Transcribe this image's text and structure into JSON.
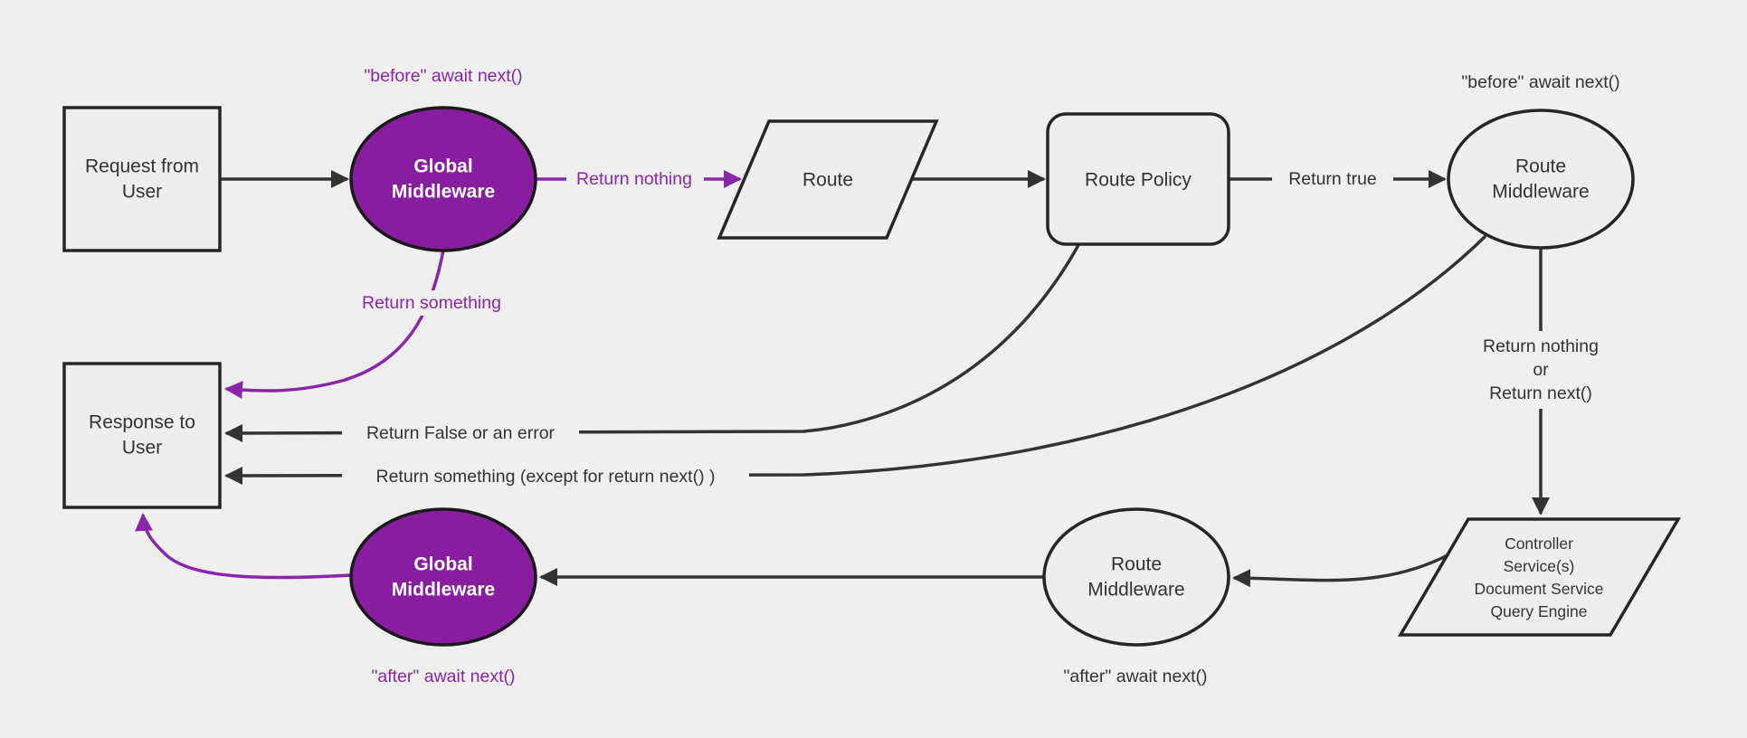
{
  "diagram_title": "Strapi-style request lifecycle middleware flowchart",
  "palette": {
    "background": "#efefef",
    "node_fill": "#eeeeee",
    "node_stroke": "#262626",
    "edge_color": "#333333",
    "purple_fill": "#891da0",
    "purple_line": "#8a27a8",
    "white_text": "#ffffff"
  },
  "nodes": {
    "request": {
      "line1": "Request from",
      "line2": "User"
    },
    "global_middleware_top": {
      "line1": "Global",
      "line2": "Middleware"
    },
    "route": {
      "label": "Route"
    },
    "route_policy": {
      "label": "Route Policy"
    },
    "route_middleware_top": {
      "line1": "Route",
      "line2": "Middleware"
    },
    "controller": {
      "line1": "Controller",
      "line2": "Service(s)",
      "line3": "Document Service",
      "line4": "Query Engine"
    },
    "route_middleware_bottom": {
      "line1": "Route",
      "line2": "Middleware"
    },
    "global_middleware_bottom": {
      "line1": "Global",
      "line2": "Middleware"
    },
    "response": {
      "line1": "Response to",
      "line2": "User"
    }
  },
  "edge_labels": {
    "before_await_global": "\"before\" await next()",
    "before_await_route": "\"before\" await next()",
    "return_nothing": "Return nothing",
    "return_true": "Return true",
    "return_nothing_or_line1": "Return nothing",
    "return_nothing_or_line2": "or",
    "return_nothing_or_line3": "Return next()",
    "return_something": "Return something",
    "return_false_or_error": "Return False or an error",
    "return_something_except": "Return something (except for return next() )",
    "after_await_route": "\"after\" await next()",
    "after_await_global": "\"after\" await next()"
  }
}
